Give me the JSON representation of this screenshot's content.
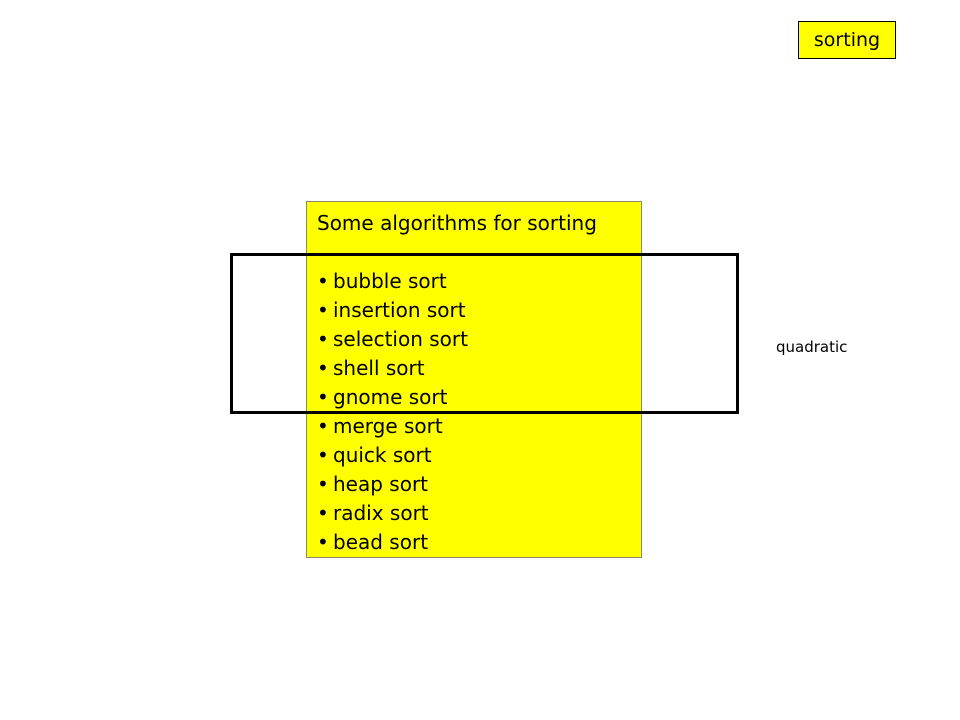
{
  "tag": "sorting",
  "panel": {
    "title": "Some algorithms for sorting",
    "bullet": "•",
    "items": [
      "bubble sort",
      "insertion sort",
      "selection sort",
      "shell sort",
      "gnome sort",
      "merge sort",
      "quick sort",
      "heap sort",
      "radix sort",
      "bead sort"
    ]
  },
  "highlight_label": "quadratic",
  "colors": {
    "highlight": "#ffff00",
    "text": "#000000",
    "background": "#ffffff"
  }
}
